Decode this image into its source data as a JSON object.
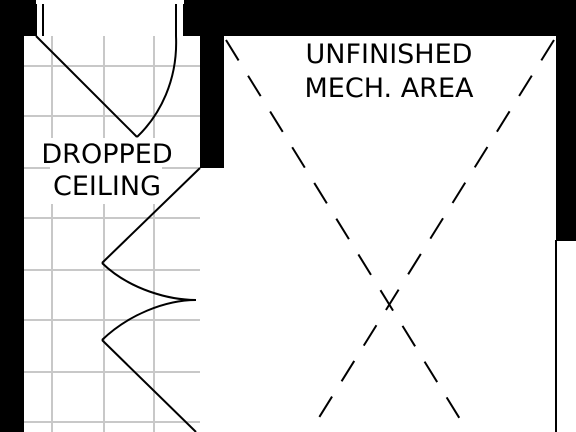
{
  "rooms": {
    "dropped_ceiling": {
      "line1": "DROPPED",
      "line2": "CEILING"
    },
    "mech_area": {
      "line1": "UNFINISHED",
      "line2": "MECH. AREA"
    }
  },
  "colors": {
    "wall": "#000000",
    "grid": "#c8c8c8",
    "background": "#ffffff"
  }
}
